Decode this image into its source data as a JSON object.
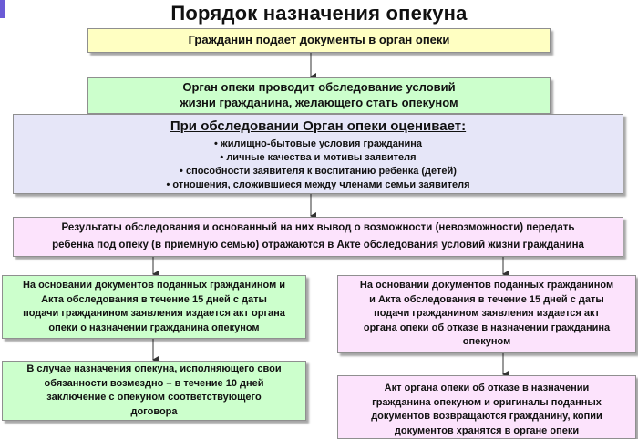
{
  "title": "Порядок назначения опекуна",
  "boxes": {
    "submit": "Гражданин подает документы в орган опеки",
    "inspection": [
      "Орган опеки проводит обследование условий",
      "жизни гражданина, желающего стать опекуном"
    ],
    "assessment": {
      "heading": "При обследовании Орган опеки оценивает:",
      "items": [
        "• жилищно-бытовые условия гражданина",
        "• личные качества и мотивы заявителя",
        "• способности заявителя к воспитанию ребенка (детей)",
        "• отношения, сложившиеся между членами семьи заявителя"
      ]
    },
    "results": [
      "Результаты обследования и основанный на них вывод о возможности (невозможности) передать",
      "ребенка под опеку (в приемную семью) отражаются в Акте обследования условий жизни гражданина"
    ],
    "appointment": [
      "На основании документов поданных гражданином и",
      "Акта обследования в течение 15 дней с даты",
      "подачи гражданином заявления издается акт органа",
      "опеки о назначении гражданина опекуном"
    ],
    "refusal": [
      "На основании документов поданных гражданином",
      "и Акта обследования в течение 15 дней с даты",
      "подачи гражданином заявления издается акт",
      "органа опеки об отказе в назначении гражданина",
      "опекуном"
    ],
    "contract": [
      "В случае назначения опекуна, исполняющего свои",
      "обязанности возмездно – в течение 10 дней",
      "заключение с опекуном соответствующего",
      "договора"
    ],
    "return_docs": [
      "Акт органа опеки об отказе в назначении",
      "гражданина опекуном и оригиналы поданных",
      "документов возвращаются гражданину, копии",
      "документов хранятся в органе опеки"
    ]
  },
  "colors": {
    "yellow": "#ffffc2",
    "green": "#ccffcc",
    "lavender": "#e6e6f8",
    "pink": "#fce3fc",
    "arrow": "#333333"
  }
}
